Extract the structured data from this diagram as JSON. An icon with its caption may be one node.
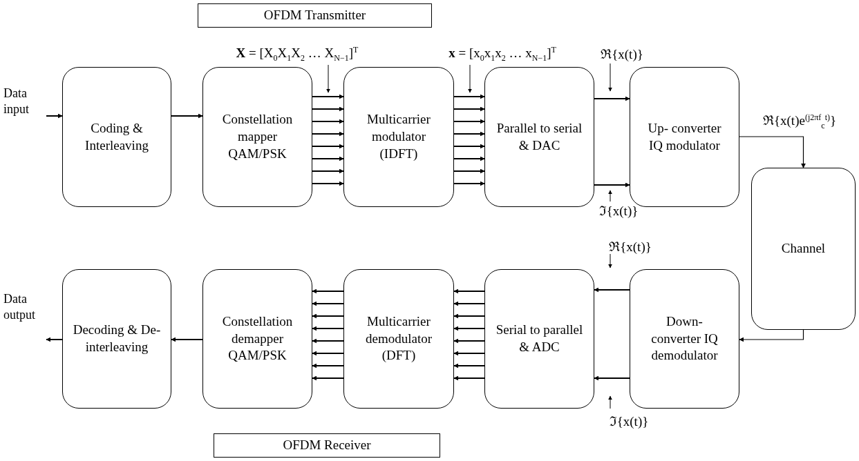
{
  "diagram": {
    "nodes": [
      {
        "text": [
          "OFDM Transmitter"
        ]
      },
      {
        "text": [
          "Data input"
        ]
      },
      {
        "text": [
          "Coding & Interleaving"
        ]
      },
      {
        "text": [
          "Constellation mapper QAM/PSK"
        ]
      },
      {
        "text": [
          "Multicarrier modulator (IDFT)"
        ]
      },
      {
        "text": [
          "Parallel to serial & DAC"
        ]
      },
      {
        "text": [
          "Up- converter IQ modulator"
        ]
      },
      {
        "text": [
          "Channel"
        ]
      },
      {
        "text": [
          "Data output"
        ]
      },
      {
        "text": [
          "Decoding & De- interleaving"
        ]
      },
      {
        "text": [
          "Constellation demapper QAM/PSK"
        ]
      },
      {
        "text": [
          "Multicarrier demodulator (DFT)"
        ]
      },
      {
        "text": [
          "Serial to parallel & ADC"
        ]
      },
      {
        "text": [
          "Down- converter IQ demodulator"
        ]
      },
      {
        "text": [
          "OFDM Receiver"
        ]
      }
    ],
    "edges": [
      {
        "from": 1,
        "to": 2,
        "arrow": "to"
      },
      {
        "from": 2,
        "to": 3,
        "arrow": "to"
      },
      {
        "from": 3,
        "to": 4,
        "arrow": "to",
        "label": "**X** = [X$_{0}$X$_{1}$X$_{2}$ … X$_{N−1}$]$^{T}$"
      },
      {
        "from": 3,
        "to": 4,
        "arrow": "to"
      },
      {
        "from": 3,
        "to": 4,
        "arrow": "to"
      },
      {
        "from": 3,
        "to": 4,
        "arrow": "to"
      },
      {
        "from": 3,
        "to": 4,
        "arrow": "to"
      },
      {
        "from": 3,
        "to": 4,
        "arrow": "to"
      },
      {
        "from": 3,
        "to": 4,
        "arrow": "to"
      },
      {
        "from": 3,
        "to": 4,
        "arrow": "to"
      },
      {
        "from": 4,
        "to": 5,
        "arrow": "to",
        "label": "**x** = [x$_{0}$x$_{1}$x$_{2}$ … x$_{N−1}$]$^{T}$"
      },
      {
        "from": 4,
        "to": 5,
        "arrow": "to"
      },
      {
        "from": 4,
        "to": 5,
        "arrow": "to"
      },
      {
        "from": 4,
        "to": 5,
        "arrow": "to"
      },
      {
        "from": 4,
        "to": 5,
        "arrow": "to"
      },
      {
        "from": 4,
        "to": 5,
        "arrow": "to"
      },
      {
        "from": 4,
        "to": 5,
        "arrow": "to"
      },
      {
        "from": 4,
        "to": 5,
        "arrow": "to"
      },
      {
        "from": 5,
        "to": 6,
        "arrow": "to",
        "label": "ℜ{x(t)}"
      },
      {
        "from": 5,
        "to": 6,
        "arrow": "to",
        "label": "ℑ{x(t)}"
      },
      {
        "from": 6,
        "to": 7,
        "arrow": "to",
        "label": "ℜ{x(t)e$^{(j2πf}$$_{c}$$^{t)}$}"
      },
      {
        "from": 7,
        "to": 13,
        "arrow": "to"
      },
      {
        "from": 13,
        "to": 12,
        "arrow": "to",
        "label": "ℜ{x(t)}"
      },
      {
        "from": 13,
        "to": 12,
        "arrow": "to",
        "label": "ℑ{x(t)}"
      },
      {
        "from": 12,
        "to": 11,
        "arrow": "to"
      },
      {
        "from": 12,
        "to": 11,
        "arrow": "to"
      },
      {
        "from": 12,
        "to": 11,
        "arrow": "to"
      },
      {
        "from": 12,
        "to": 11,
        "arrow": "to"
      },
      {
        "from": 12,
        "to": 11,
        "arrow": "to"
      },
      {
        "from": 12,
        "to": 11,
        "arrow": "to"
      },
      {
        "from": 12,
        "to": 11,
        "arrow": "to"
      },
      {
        "from": 12,
        "to": 11,
        "arrow": "to"
      },
      {
        "from": 11,
        "to": 10,
        "arrow": "to"
      },
      {
        "from": 11,
        "to": 10,
        "arrow": "to"
      },
      {
        "from": 11,
        "to": 10,
        "arrow": "to"
      },
      {
        "from": 11,
        "to": 10,
        "arrow": "to"
      },
      {
        "from": 11,
        "to": 10,
        "arrow": "to"
      },
      {
        "from": 11,
        "to": 10,
        "arrow": "to"
      },
      {
        "from": 11,
        "to": 10,
        "arrow": "to"
      },
      {
        "from": 11,
        "to": 10,
        "arrow": "to"
      },
      {
        "from": 10,
        "to": 9,
        "arrow": "to"
      },
      {
        "from": 9,
        "to": 8,
        "arrow": "to"
      }
    ]
  }
}
